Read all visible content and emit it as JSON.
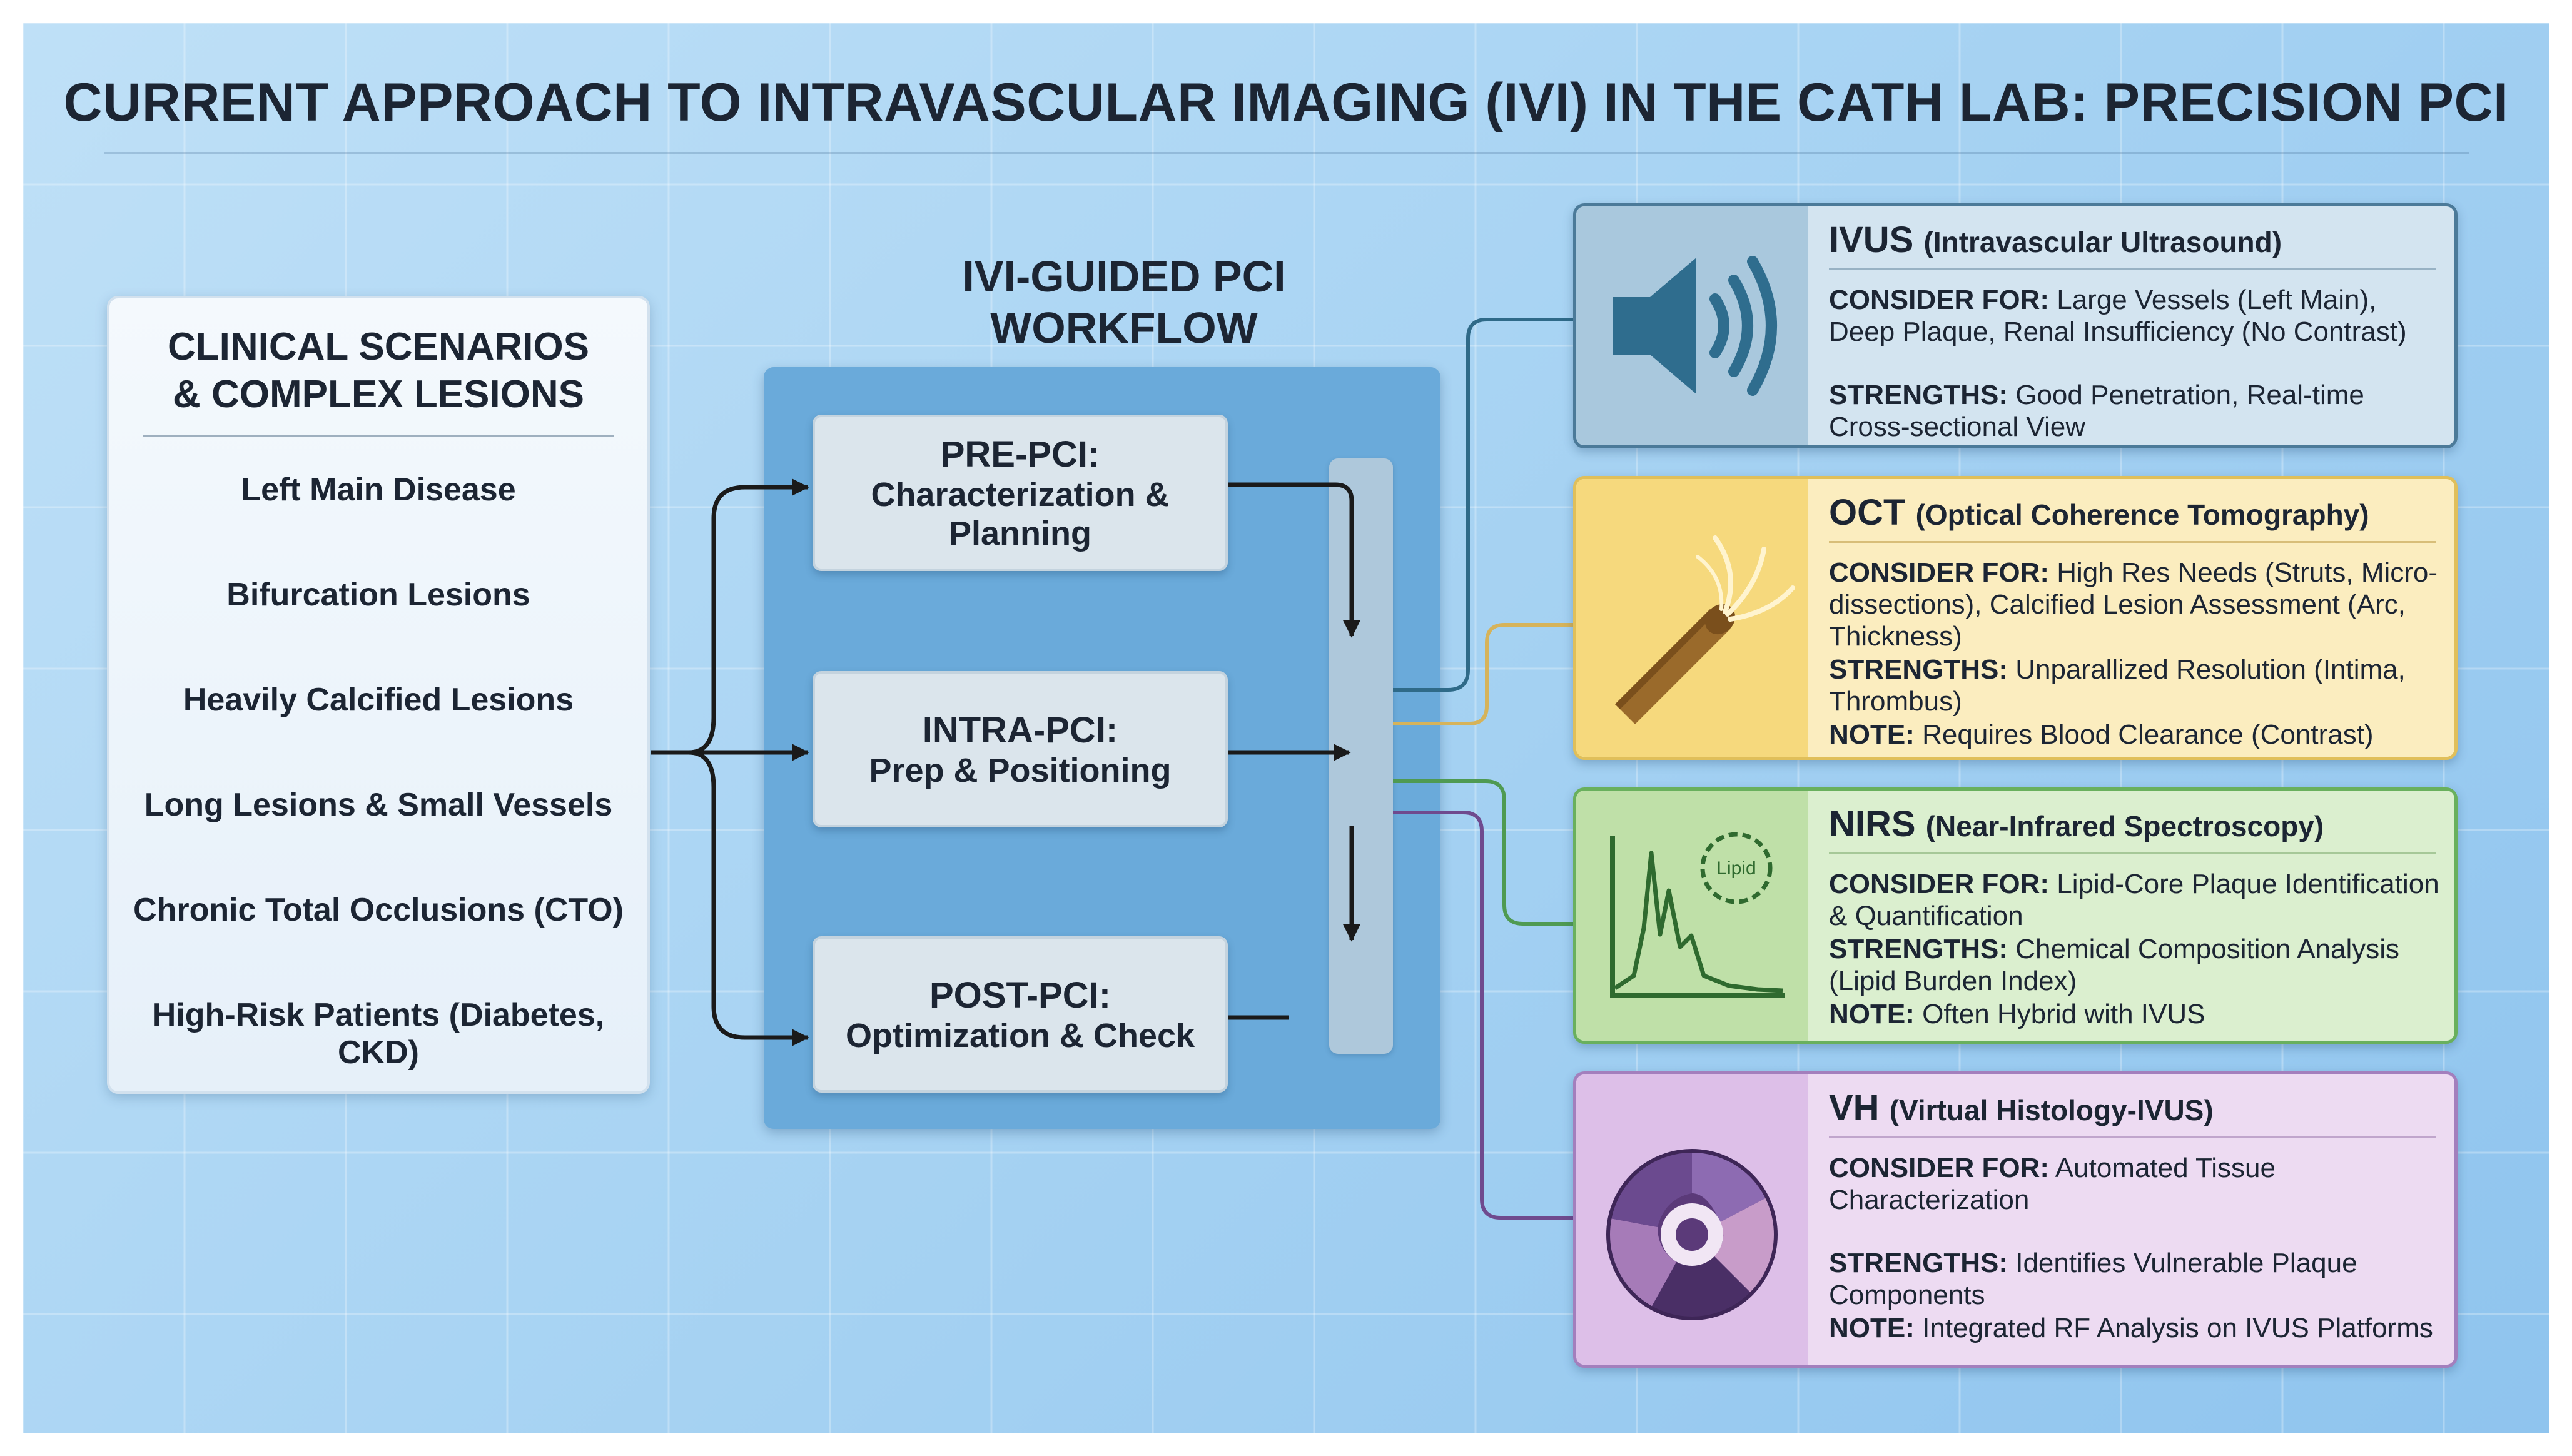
{
  "title": "CURRENT APPROACH TO INTRAVASCULAR IMAGING (IVI) IN THE CATH LAB: PRECISION PCI",
  "clinical_panel": {
    "heading_line1": "CLINICAL SCENARIOS",
    "heading_line2": "& COMPLEX LESIONS",
    "items": [
      "Left Main Disease",
      "Bifurcation Lesions",
      "Heavily Calcified Lesions",
      "Long Lesions & Small Vessels",
      "Chronic Total Occlusions (CTO)",
      "High-Risk Patients (Diabetes, CKD)"
    ]
  },
  "workflow": {
    "heading_line1": "IVI-GUIDED PCI",
    "heading_line2": "WORKFLOW",
    "steps": [
      {
        "title": "PRE-PCI:",
        "subtitle": "Characterization & Planning"
      },
      {
        "title": "INTRA-PCI:",
        "subtitle": "Prep & Positioning"
      },
      {
        "title": "POST-PCI:",
        "subtitle": "Optimization & Check"
      }
    ]
  },
  "modalities": {
    "ivus": {
      "name": "IVUS",
      "full_name": "(Intravascular Ultrasound)",
      "icon": "speaker-sound-icon",
      "consider_label": "CONSIDER FOR:",
      "consider_text": "Large Vessels (Left Main), Deep Plaque, Renal Insufficiency (No Contrast)",
      "strengths_label": "STRENGTHS:",
      "strengths_text": "Good Penetration, Real-time Cross-sectional View"
    },
    "oct": {
      "name": "OCT",
      "full_name": "(Optical Coherence Tomography)",
      "icon": "optical-fiber-icon",
      "consider_label": "CONSIDER FOR:",
      "consider_text": "High Res Needs (Struts, Micro-dissections), Calcified Lesion Assessment (Arc, Thickness)",
      "strengths_label": "STRENGTHS:",
      "strengths_text": "Unparallized Resolution (Intima, Thrombus)",
      "note_label": "NOTE:",
      "note_text": "Requires Blood Clearance (Contrast)"
    },
    "nirs": {
      "name": "NIRS",
      "full_name": "(Near-Infrared Spectroscopy)",
      "icon": "spectrum-graph-icon",
      "icon_label": "Lipid",
      "consider_label": "CONSIDER FOR:",
      "consider_text": "Lipid-Core Plaque Identification & Quantification",
      "strengths_label": "STRENGTHS:",
      "strengths_text": "Chemical Composition Analysis (Lipid Burden Index)",
      "note_label": "NOTE:",
      "note_text": "Often Hybrid with IVUS"
    },
    "vh": {
      "name": "VH",
      "full_name": "(Virtual Histology-IVUS)",
      "icon": "tissue-cross-section-icon",
      "consider_label": "CONSIDER FOR:",
      "consider_text": "Automated Tissue Characterization",
      "strengths_label": "STRENGTHS:",
      "strengths_text": "Identifies Vulnerable Plaque Components",
      "note_label": "NOTE:",
      "note_text": "Integrated RF Analysis on IVUS Platforms"
    }
  },
  "colors": {
    "ivus_connector": "#2f6a88",
    "oct_connector": "#d6b35a",
    "nirs_connector": "#4f9a52",
    "vh_connector": "#6f4a8e",
    "arrow": "#1a1a1a"
  }
}
